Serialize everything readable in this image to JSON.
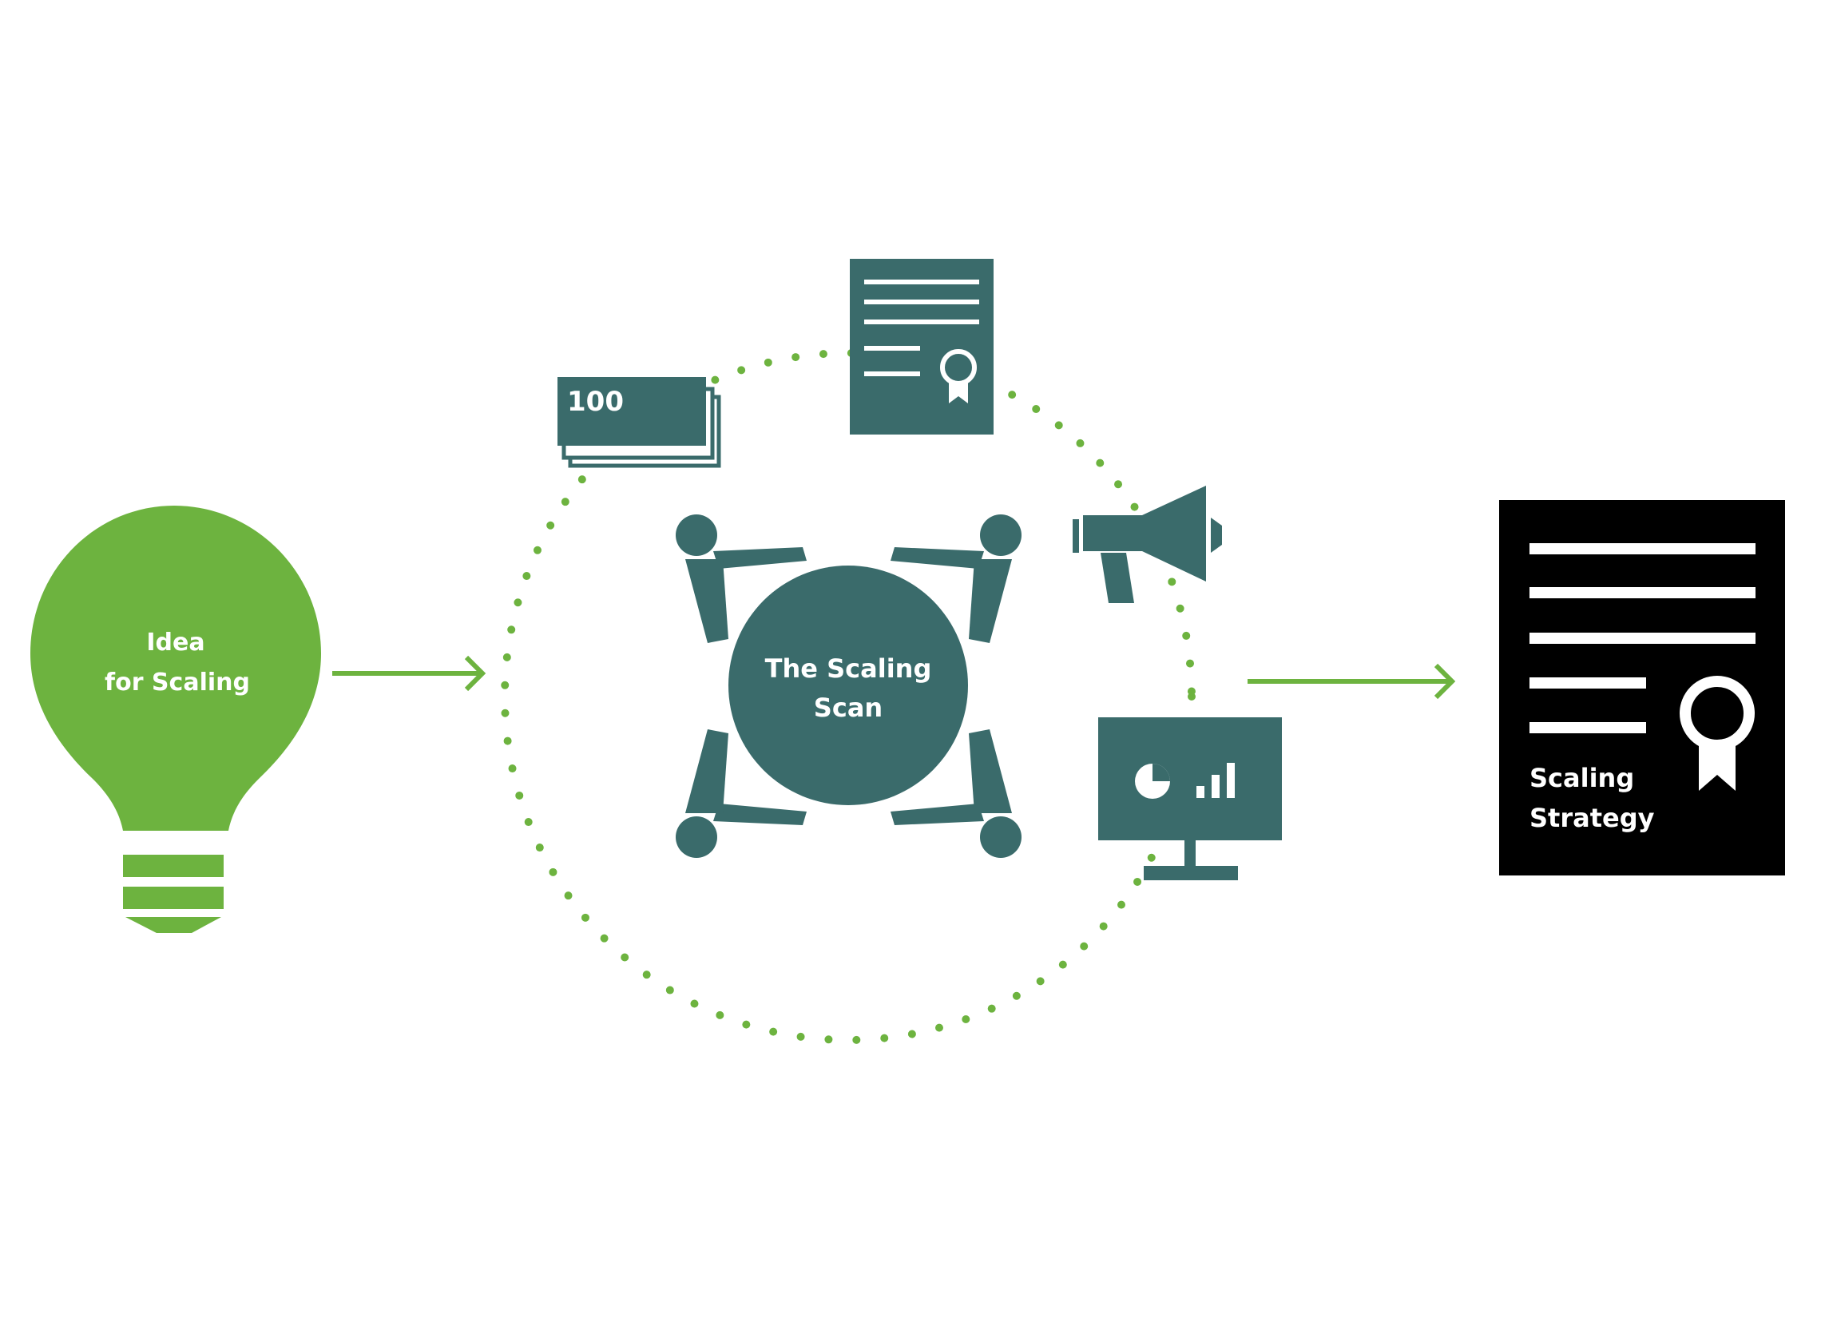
{
  "colors": {
    "green": "#6db33f",
    "teal": "#3a6b6b",
    "black": "#000000",
    "white": "#ffffff"
  },
  "idea": {
    "line1": "Idea",
    "line2": "for Scaling"
  },
  "scan": {
    "line1": "The Scaling",
    "line2": "Scan"
  },
  "money": {
    "value": "100"
  },
  "strategy": {
    "line1": "Scaling",
    "line2": "Strategy"
  },
  "icons": [
    "lightbulb-icon",
    "money-stack-icon",
    "certificate-document-icon",
    "megaphone-icon",
    "chart-monitor-icon",
    "meeting-table-icon",
    "strategy-document-icon"
  ]
}
